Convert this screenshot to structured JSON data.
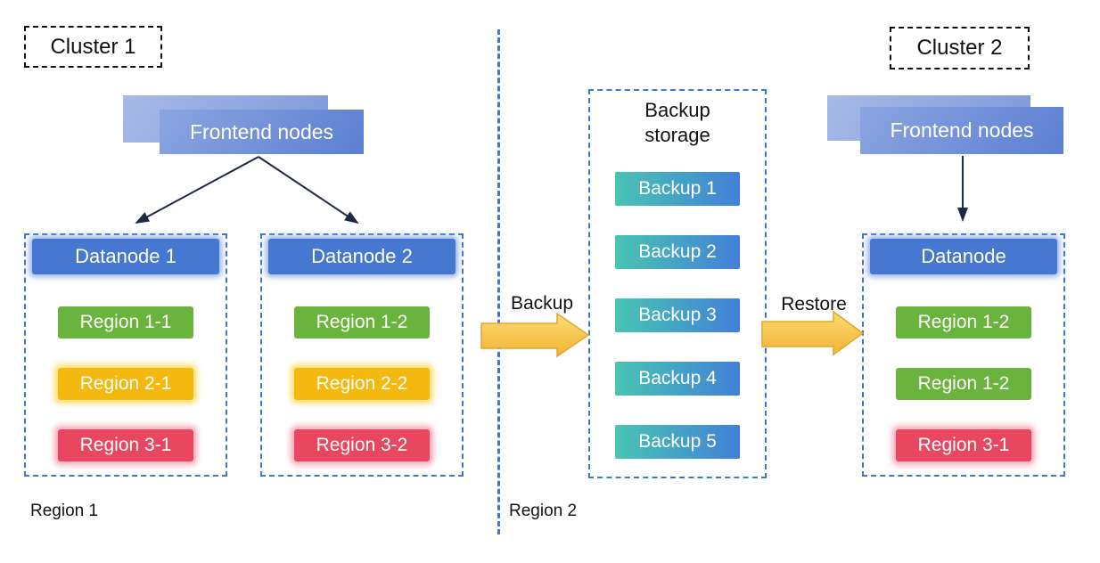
{
  "clusters": {
    "cluster1_label": "Cluster 1",
    "cluster2_label": "Cluster 2"
  },
  "frontend_left": {
    "label": "Frontend nodes"
  },
  "frontend_right": {
    "label": "Frontend nodes"
  },
  "datanode1": {
    "title": "Datanode 1",
    "regions": [
      {
        "label": "Region 1-1",
        "color": "green"
      },
      {
        "label": "Region 2-1",
        "color": "yellow"
      },
      {
        "label": "Region 3-1",
        "color": "red"
      }
    ]
  },
  "datanode2": {
    "title": "Datanode 2",
    "regions": [
      {
        "label": "Region 1-2",
        "color": "green"
      },
      {
        "label": "Region 2-2",
        "color": "yellow"
      },
      {
        "label": "Region 3-2",
        "color": "red"
      }
    ]
  },
  "datanode_right": {
    "title": "Datanode",
    "regions": [
      {
        "label": "Region 1-2",
        "color": "green"
      },
      {
        "label": "Region 1-2",
        "color": "green"
      },
      {
        "label": "Region 3-1",
        "color": "red"
      }
    ]
  },
  "backup_storage": {
    "title": "Backup storage",
    "items": [
      "Backup 1",
      "Backup 2",
      "Backup 3",
      "Backup 4",
      "Backup 5"
    ]
  },
  "flows": {
    "backup_label": "Backup",
    "restore_label": "Restore"
  },
  "footer": {
    "region1_label": "Region 1",
    "region2_label": "Region 2"
  },
  "colors": {
    "node_blue": "#4677D1",
    "node_blue_glow": "#82A5E4",
    "region_green": "#6AB33D",
    "region_yellow": "#F5B80E",
    "region_yellow_glow": "#FAD961",
    "region_red": "#E9465F",
    "region_red_glow": "#F490A2",
    "frontend_gradient_start": "#8CA5E0",
    "frontend_gradient_end": "#5C7FD2",
    "frontend_back_start": "#A7BAE7",
    "frontend_back_end": "#7F98DA",
    "backup_teal": "#49C4B3",
    "backup_blue": "#4280D8",
    "dashed_border_blue": "#3D78CF",
    "divider_blue": "#4576C8",
    "arrow_yellow_light": "#FBDC72",
    "arrow_yellow_dark": "#F2B335",
    "arrow_yellow_stroke": "#E2A62E",
    "connector_dark": "#1E2A44"
  }
}
